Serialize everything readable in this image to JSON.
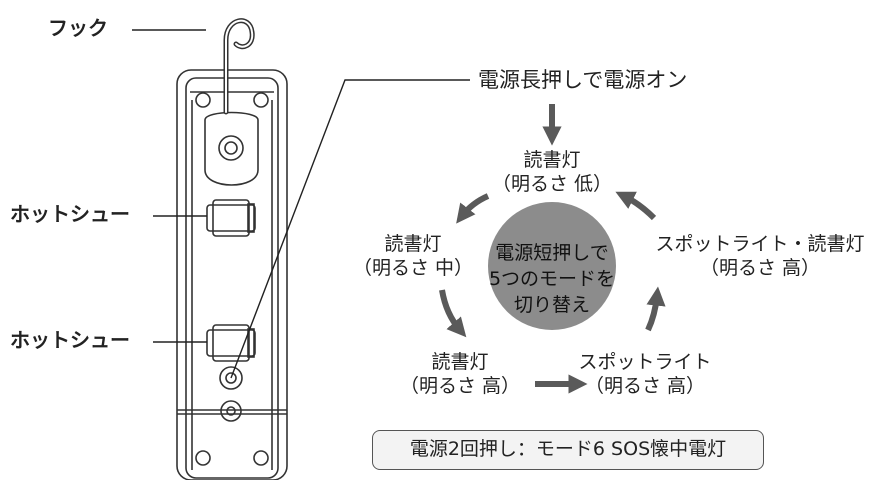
{
  "labels": {
    "hook": "フック",
    "hotshoe_top": "ホットシュー",
    "hotshoe_bottom": "ホットシュー",
    "power_on": "電源長押しで電源オン"
  },
  "center": {
    "line1": "電源短押しで",
    "line2": "5つのモードを",
    "line3": "切り替え"
  },
  "modes": [
    {
      "name": "読書灯",
      "brightness": "（明るさ 低）"
    },
    {
      "name": "スポットライト・読書灯",
      "brightness": "（明るさ 高）"
    },
    {
      "name": "スポットライト",
      "brightness": "（明るさ 高）"
    },
    {
      "name": "読書灯",
      "brightness": "（明るさ 高）"
    },
    {
      "name": "読書灯",
      "brightness": "（明るさ 中）"
    }
  ],
  "sos_note": "電源2回押し：モード6 SOS懐中電灯",
  "colors": {
    "arrow": "#5a5a5a",
    "circle": "#8c8c8c",
    "outline": "#333333"
  }
}
